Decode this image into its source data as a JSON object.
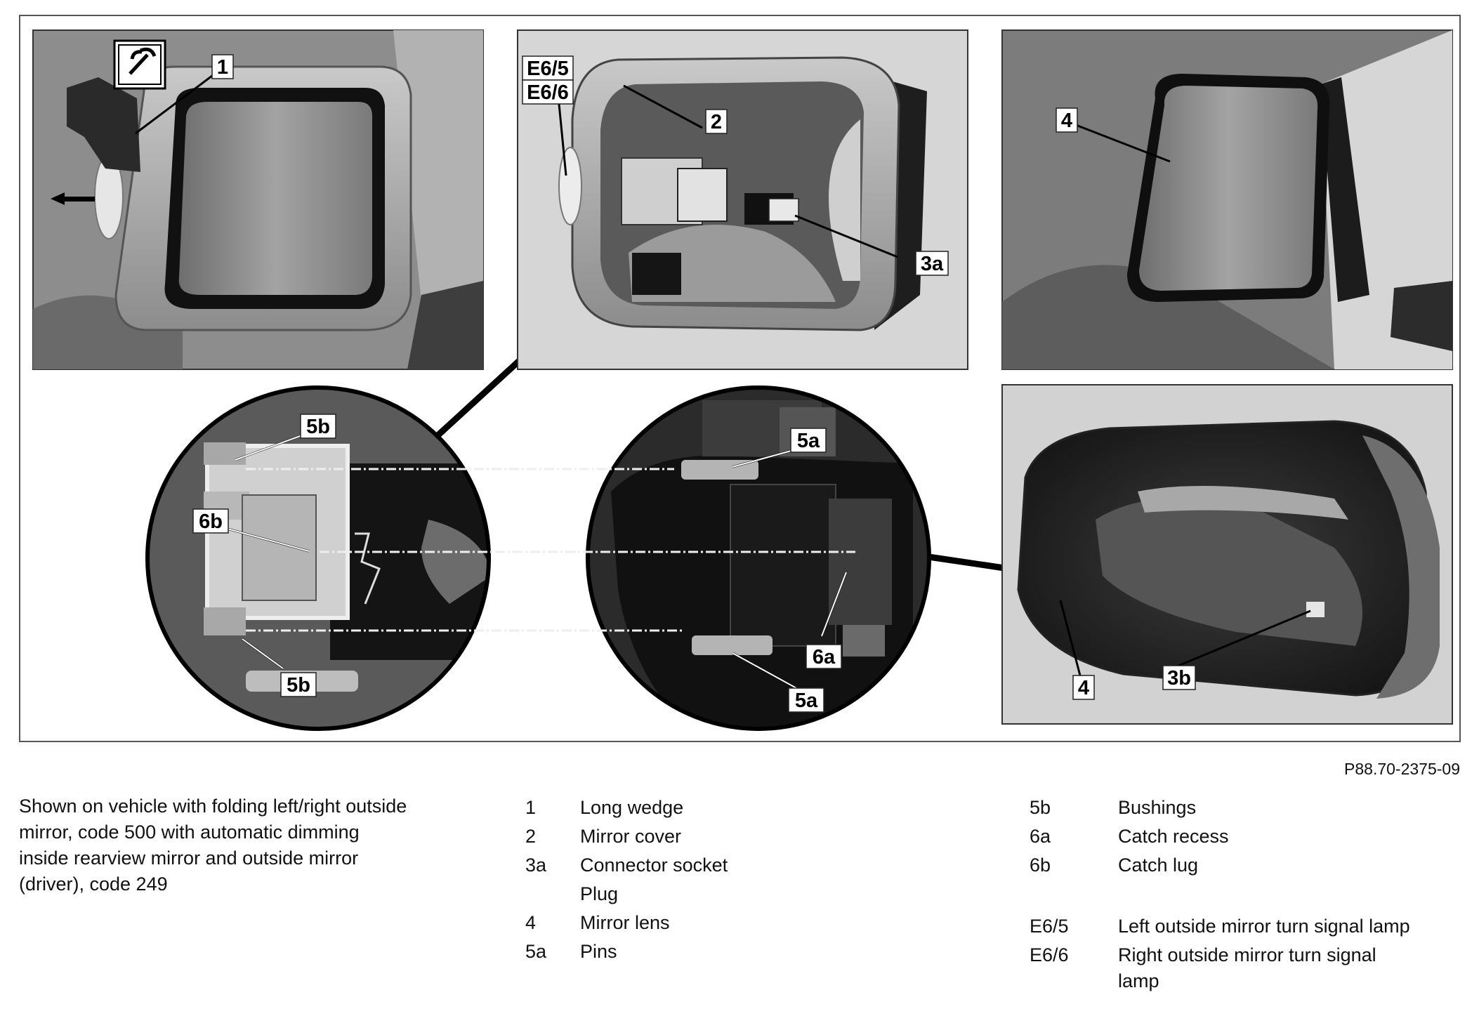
{
  "figure": {
    "reference": "P88.70-2375-09",
    "labels": {
      "l1": "1",
      "l2": "2",
      "l3a": "3a",
      "l4_top": "4",
      "l4_bottom": "4",
      "l3b": "3b",
      "le65": "E6/5",
      "le66": "E6/6",
      "l5b_top": "5b",
      "l6b": "6b",
      "l5b_bottom": "5b",
      "l5a_top": "5a",
      "l6a": "6a",
      "l5a_bottom": "5a"
    },
    "icons": {
      "tool": "wrench-tool-icon",
      "arrow": "arrow-left-icon"
    }
  },
  "caption": "Shown on vehicle with folding left/right outside mirror, code 500 with automatic dimming inside rearview mirror and outside mirror (driver), code 249",
  "legend_left": [
    {
      "code": "1",
      "text": "Long wedge"
    },
    {
      "code": "2",
      "text": "Mirror cover"
    },
    {
      "code": "3a",
      "text": "Connector socket"
    },
    {
      "code": "",
      "text": "Plug"
    },
    {
      "code": "4",
      "text": "Mirror lens"
    },
    {
      "code": "5a",
      "text": "Pins"
    }
  ],
  "legend_right": [
    {
      "code": "5b",
      "text": "Bushings"
    },
    {
      "code": "6a",
      "text": "Catch recess"
    },
    {
      "code": "6b",
      "text": "Catch lug"
    },
    {
      "code": "E6/5",
      "text": "Left outside mirror turn signal lamp"
    },
    {
      "code": "E6/6",
      "text": "Right outside mirror turn signal lamp"
    }
  ]
}
